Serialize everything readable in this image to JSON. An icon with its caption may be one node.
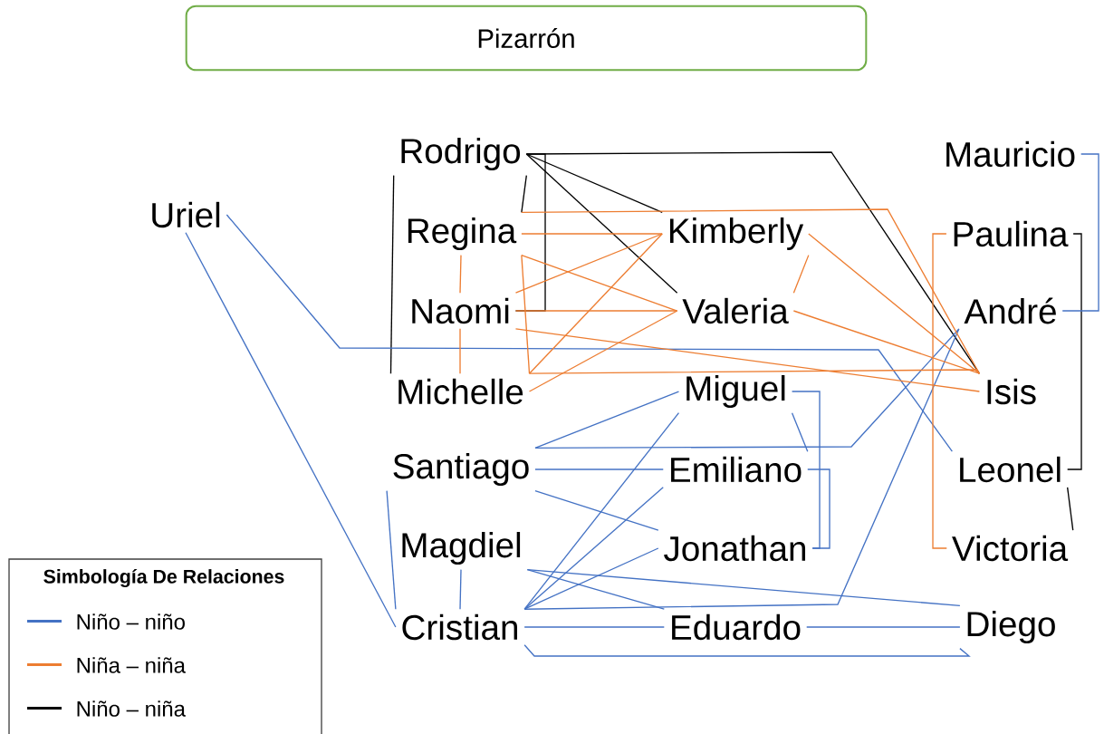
{
  "diagram": {
    "nodes": [
      {
        "text": [
          "Pizarrón"
        ]
      },
      {
        "text": [
          "Uriel"
        ]
      },
      {
        "text": [
          "Rodrigo"
        ]
      },
      {
        "text": [
          "Regina"
        ]
      },
      {
        "text": [
          "Naomi"
        ]
      },
      {
        "text": [
          "Michelle"
        ]
      },
      {
        "text": [
          "Santiago"
        ]
      },
      {
        "text": [
          "Magdiel"
        ]
      },
      {
        "text": [
          "Cristian"
        ]
      },
      {
        "text": [
          "Kimberly"
        ]
      },
      {
        "text": [
          "Valeria"
        ]
      },
      {
        "text": [
          "Miguel"
        ]
      },
      {
        "text": [
          "Emiliano"
        ]
      },
      {
        "text": [
          "Jonathan"
        ]
      },
      {
        "text": [
          "Eduardo"
        ]
      },
      {
        "text": [
          "Mauricio"
        ]
      },
      {
        "text": [
          "Paulina"
        ]
      },
      {
        "text": [
          "André"
        ]
      },
      {
        "text": [
          "Isis"
        ]
      },
      {
        "text": [
          "Leonel"
        ]
      },
      {
        "text": [
          "Victoria"
        ]
      },
      {
        "text": [
          "Diego"
        ]
      }
    ],
    "edges": [
      {
        "from": 2,
        "to": 5,
        "arrow": "none",
        "color": "#000000"
      },
      {
        "from": 2,
        "to": 3,
        "arrow": "none",
        "color": "#000000"
      },
      {
        "from": 2,
        "to": 4,
        "arrow": "none",
        "color": "#000000"
      },
      {
        "from": 2,
        "to": 9,
        "arrow": "none",
        "color": "#000000"
      },
      {
        "from": 2,
        "to": 10,
        "arrow": "none",
        "color": "#000000"
      },
      {
        "from": 2,
        "to": 18,
        "arrow": "none",
        "color": "#000000"
      },
      {
        "from": 16,
        "to": 19,
        "arrow": "none",
        "color": "#000000"
      },
      {
        "from": 19,
        "to": 20,
        "arrow": "none",
        "color": "#000000"
      },
      {
        "from": 15,
        "to": 17,
        "arrow": "none"
      },
      {
        "from": 1,
        "to": 19,
        "arrow": "none"
      },
      {
        "from": 1,
        "to": 8,
        "arrow": "none"
      },
      {
        "from": 6,
        "to": 8,
        "arrow": "none"
      },
      {
        "from": 7,
        "to": 8,
        "arrow": "none"
      },
      {
        "from": 6,
        "to": 11,
        "arrow": "none"
      },
      {
        "from": 6,
        "to": 17,
        "arrow": "none"
      },
      {
        "from": 6,
        "to": 12,
        "arrow": "none"
      },
      {
        "from": 6,
        "to": 13,
        "arrow": "none"
      },
      {
        "from": 8,
        "to": 11,
        "arrow": "none"
      },
      {
        "from": 8,
        "to": 12,
        "arrow": "none"
      },
      {
        "from": 8,
        "to": 13,
        "arrow": "none"
      },
      {
        "from": 8,
        "to": 17,
        "arrow": "none"
      },
      {
        "from": 7,
        "to": 21,
        "arrow": "none"
      },
      {
        "from": 7,
        "to": 14,
        "arrow": "none"
      },
      {
        "from": 8,
        "to": 14,
        "arrow": "none"
      },
      {
        "from": 14,
        "to": 21,
        "arrow": "none"
      },
      {
        "from": 8,
        "to": 21,
        "arrow": "none"
      },
      {
        "from": 11,
        "to": 12,
        "arrow": "none"
      },
      {
        "from": 11,
        "to": 13,
        "arrow": "none"
      },
      {
        "from": 12,
        "to": 13,
        "arrow": "none"
      },
      {
        "from": 3,
        "to": 9,
        "arrow": "none",
        "color": "#ed7d31"
      },
      {
        "from": 3,
        "to": 4,
        "arrow": "none",
        "color": "#ed7d31"
      },
      {
        "from": 4,
        "to": 5,
        "arrow": "none",
        "color": "#ed7d31"
      },
      {
        "from": 4,
        "to": 9,
        "arrow": "none",
        "color": "#ed7d31"
      },
      {
        "from": 5,
        "to": 9,
        "arrow": "none",
        "color": "#ed7d31"
      },
      {
        "from": 3,
        "to": 10,
        "arrow": "none",
        "color": "#ed7d31"
      },
      {
        "from": 4,
        "to": 10,
        "arrow": "none",
        "color": "#ed7d31"
      },
      {
        "from": 5,
        "to": 10,
        "arrow": "none",
        "color": "#ed7d31"
      },
      {
        "from": 9,
        "to": 10,
        "arrow": "none",
        "color": "#ed7d31"
      },
      {
        "from": 9,
        "to": 18,
        "arrow": "none",
        "color": "#ed7d31"
      },
      {
        "from": 10,
        "to": 18,
        "arrow": "none",
        "color": "#ed7d31"
      },
      {
        "from": 4,
        "to": 18,
        "arrow": "none",
        "color": "#ed7d31"
      },
      {
        "from": 3,
        "to": 18,
        "arrow": "none",
        "color": "#ed7d31"
      },
      {
        "from": 3,
        "to": 5,
        "arrow": "none",
        "color": "#ed7d31"
      },
      {
        "from": 5,
        "to": 18,
        "arrow": "none",
        "color": "#ed7d31"
      },
      {
        "from": 16,
        "to": 20,
        "arrow": "none",
        "color": "#ed7d31"
      }
    ],
    "labels": [
      "Simbología De Relaciones"
    ],
    "legend": [
      {
        "text": "Niño – niño",
        "color": "#4472c4"
      },
      {
        "text": "Niña – niña",
        "color": "#ed7d31"
      },
      {
        "text": "Niño – niña",
        "color": "#000000"
      }
    ]
  }
}
